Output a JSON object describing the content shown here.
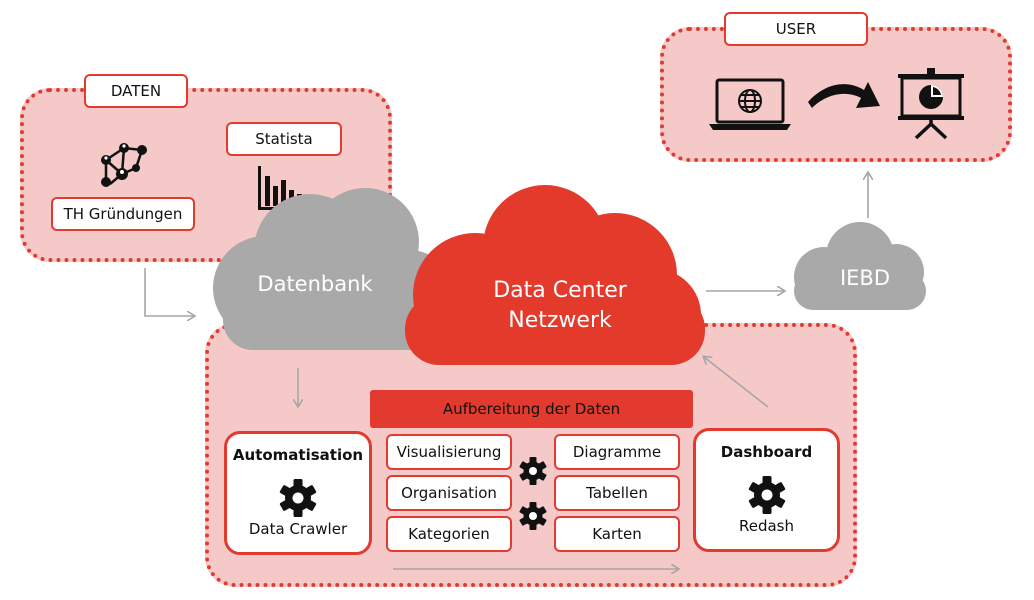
{
  "daten": {
    "tag": "DATEN",
    "statista": "Statista",
    "th_gruendungen": "TH Gründungen"
  },
  "user": {
    "tag": "USER"
  },
  "clouds": {
    "datenbank": "Datenbank",
    "data_center_line1": "Data Center",
    "data_center_line2": "Netzwerk",
    "iebd": "IEBD"
  },
  "processing": {
    "banner": "Aufbereitung der Daten",
    "left_items": [
      "Visualisierung",
      "Organisation",
      "Kategorien"
    ],
    "right_items": [
      "Diagramme",
      "Tabellen",
      "Karten"
    ]
  },
  "automatisation": {
    "title": "Automatisation",
    "subtitle": "Data Crawler"
  },
  "dashboard": {
    "title": "Dashboard",
    "subtitle": "Redash"
  },
  "colors": {
    "accent_red": "#e23a2e",
    "zone_fill": "#f6c9c9",
    "cloud_gray": "#a9a9a9",
    "arrow_gray": "#a6a6a6"
  }
}
